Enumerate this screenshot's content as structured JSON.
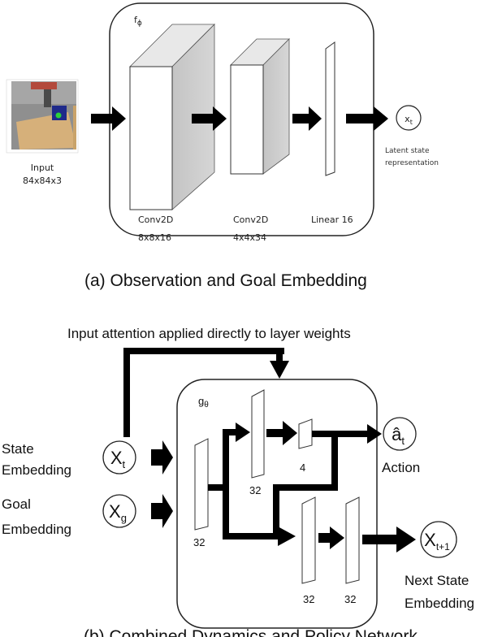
{
  "panel_a": {
    "module_symbol": "f",
    "module_sub": "ϕ",
    "input_label": "Input",
    "input_size": "84x84x3",
    "layers": [
      {
        "name": "Conv2D",
        "dims": "8x8x16"
      },
      {
        "name": "Conv2D",
        "dims": "4x4x34"
      },
      {
        "name": "Linear 16",
        "dims": ""
      }
    ],
    "output_node": "x",
    "output_node_sub": "t",
    "output_label_line1": "Latent state",
    "output_label_line2": "representation",
    "caption": "(a) Observation and Goal Embedding"
  },
  "panel_b": {
    "attention_note": "Input attention applied directly to layer weights",
    "module_symbol": "g",
    "module_sub": "θ",
    "state_label_line1": "State",
    "state_label_line2": "Embedding",
    "state_node": "X",
    "state_node_sub": "t",
    "goal_label_line1": "Goal",
    "goal_label_line2": "Embedding",
    "goal_node": "X",
    "goal_node_sub": "g",
    "action_node": "â",
    "action_node_sub": "t",
    "action_label": "Action",
    "next_node": "X",
    "next_node_sub": "t+1",
    "next_label_line1": "Next State",
    "next_label_line2": "Embedding",
    "layer_sizes": {
      "input": "32",
      "upper": "32",
      "action_head": "4",
      "lower_a": "32",
      "lower_b": "32"
    },
    "caption": "(b) Combined Dynamics and Policy Network"
  }
}
